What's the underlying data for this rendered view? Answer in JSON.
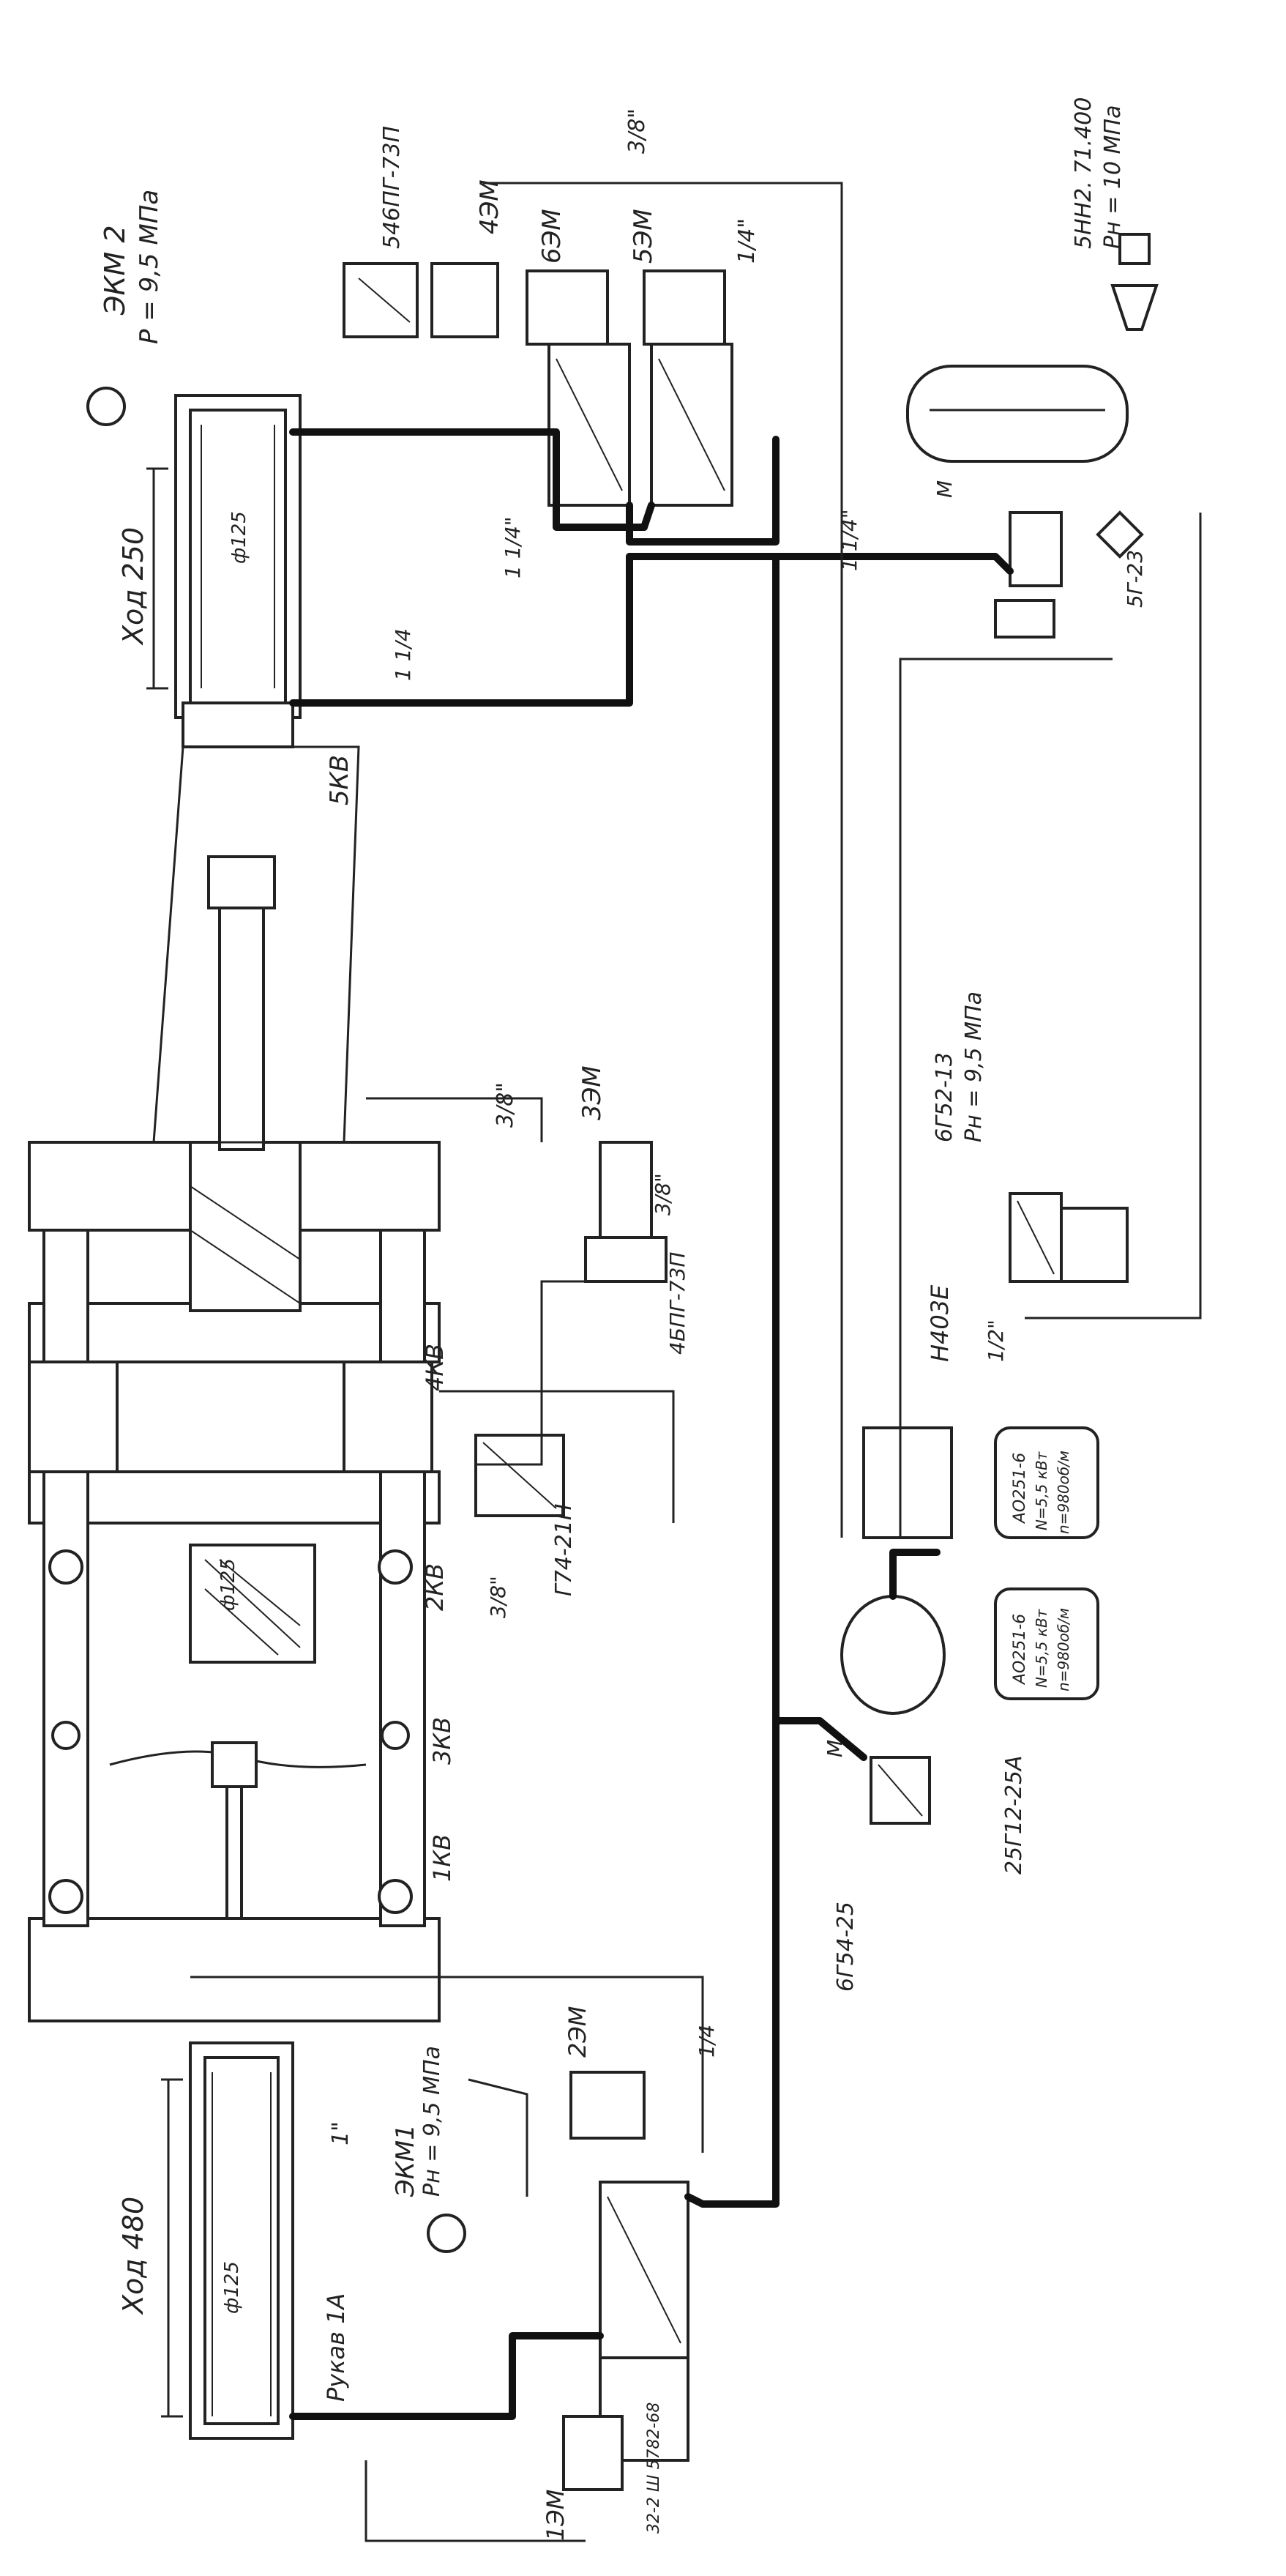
{
  "sheet": {
    "orientation": "rotated-90",
    "background": "#ffffff",
    "ink": "#222222"
  },
  "labels": {
    "ekm2": "ЭКМ 2",
    "ekm2_p": "Р = 9,5 МПа",
    "valve_546": "546ПГ-73П",
    "em4": "4ЭМ",
    "em6": "6ЭМ",
    "em5": "5ЭМ",
    "pipe_38_top": "3/8\"",
    "pipe_14_top": "1/4\"",
    "pipe_114_a": "1 1/4\"",
    "pipe_114_b": "1 1/4",
    "pipe_114_c": "1 1/4\"",
    "phi125_top": "ф125",
    "hod_250": "Ход 250",
    "kv5": "5КВ",
    "pump_5nn": "5НН2. 71.400",
    "pump_5nn_p": "Рн = 10 МПа",
    "motor_m_top": "М",
    "filter_5g": "5Г-23",
    "pipe_38_mid": "3/8\"",
    "em3": "3ЭМ",
    "pipe_38_mid2": "3/8\"",
    "valve_4bpg": "4БПГ-73П",
    "relief_6g": "6Г52-13",
    "relief_6g_p": "Рн = 9,5 МПа",
    "valve_n403": "Н403Е",
    "pipe_12": "1/2\"",
    "kv4": "4КВ",
    "kv2": "2КВ",
    "kv3": "3КВ",
    "kv1": "1КВ",
    "pipe_38_low": "3/8\"",
    "valve_g74": "Г74-21Н",
    "phi125_mid": "ф125",
    "motor1": "АО251-6",
    "motor1_n": "N=5,5 кВт",
    "motor1_rpm": "n=980об/м",
    "motor2": "АО251-6",
    "motor2_n": "N=5,5 кВт",
    "motor2_rpm": "n=980об/м",
    "pump_25g": "25Г12-25А",
    "pump_6g": "6Г54-25",
    "motor_m_bottom": "М",
    "em2": "2ЭМ",
    "pipe_14_bottom": "1/4",
    "pipe_1": "1\"",
    "hod_480": "Ход 480",
    "phi125_bottom": "ф125",
    "rukav": "Рукав 1А",
    "ekm1": "ЭКМ1",
    "ekm1_p": "Рн = 9,5 МПа",
    "em1": "1ЭМ",
    "valve_32": "32-2 Ш 5782-68"
  }
}
